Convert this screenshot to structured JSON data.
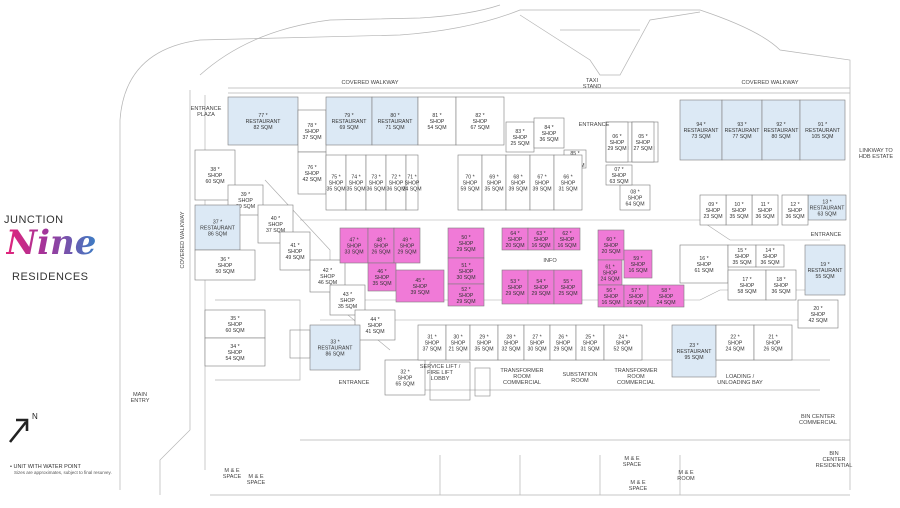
{
  "logo": {
    "line1": "JUNCTION",
    "line2": "Nine",
    "line3": "RESIDENCES"
  },
  "labels": {
    "covered_walkway_left": "COVERED WALKWAY",
    "covered_walkway_right": "COVERED WALKWAY",
    "covered_walkway_vertical": "COVERED WALKWAY",
    "taxi_stand": "TAXI\nSTAND",
    "entrance_plaza": "ENTRANCE\nPLAZA",
    "entrance_top": "ENTRANCE",
    "entrance_right": "ENTRANCE",
    "entrance_bottom": "ENTRANCE",
    "linkway": "LINKWAY TO\nHDB ESTATE",
    "main_entry": "MAIN\nENTRY",
    "service_lift": "SERVICE LIFT /\nFIRE LIFT\nLOBBY",
    "substation": "SUBSTATION\nROOM",
    "transformer1": "TRANSFORMER\nROOM\nCOMMERCIAL",
    "transformer2": "TRANSFORMER\nROOM\nCOMMERCIAL",
    "loading": "LOADING /\nUNLOADING BAY",
    "bin_centre1": "BIN CENTER\nCOMMERCIAL",
    "bin_centre2": "BIN\nCENTER\nRESIDENTIAL",
    "info": "INFO",
    "mc1": "M & E\nSPACE",
    "mc2": "M & E\nSPACE",
    "mc3": "M & E\nSPACE",
    "mc4": "M & E\nSPACE",
    "mc5": "M & E\nROOM"
  },
  "legend": {
    "line1": "UNIT WITH WATER POINT",
    "line2": "Sizes are approximates, subject to final resurvey."
  },
  "colors": {
    "restaurant": "#dce9f5",
    "pink": "#f07ad7",
    "line": "#8a8a8a",
    "text": "#333333"
  },
  "units": [
    {
      "id": "77",
      "type": "RESTAURANT",
      "size": "82 SQM",
      "kind": "r"
    },
    {
      "id": "78",
      "type": "SHOP",
      "size": "37 SQM",
      "kind": "s"
    },
    {
      "id": "79",
      "type": "RESTAURANT",
      "size": "69 SQM",
      "kind": "r"
    },
    {
      "id": "80",
      "type": "RESTAURANT",
      "size": "71 SQM",
      "kind": "r"
    },
    {
      "id": "81",
      "type": "SHOP",
      "size": "54 SQM",
      "kind": "s"
    },
    {
      "id": "82",
      "type": "SHOP",
      "size": "67 SQM",
      "kind": "s"
    },
    {
      "id": "83",
      "type": "SHOP",
      "size": "25 SQM",
      "kind": "s"
    },
    {
      "id": "84",
      "type": "SHOP",
      "size": "36 SQM",
      "kind": "s"
    },
    {
      "id": "85",
      "type": "SHOP",
      "size": "21 SQM",
      "kind": "s"
    },
    {
      "id": "86",
      "type": "SHOP",
      "size": "29 SQM",
      "kind": "s"
    },
    {
      "id": "87",
      "type": "SHOP",
      "size": "27 SQM",
      "kind": "s"
    },
    {
      "id": "94",
      "type": "RESTAURANT",
      "size": "73 SQM",
      "kind": "r"
    },
    {
      "id": "93",
      "type": "RESTAURANT",
      "size": "77 SQM",
      "kind": "r"
    },
    {
      "id": "92",
      "type": "RESTAURANT",
      "size": "80 SQM",
      "kind": "r"
    },
    {
      "id": "91",
      "type": "RESTAURANT",
      "size": "105 SQM",
      "kind": "r"
    },
    {
      "id": "76",
      "type": "SHOP",
      "size": "42 SQM",
      "kind": "s"
    },
    {
      "id": "75",
      "type": "SHOP",
      "size": "35 SQM",
      "kind": "s"
    },
    {
      "id": "74",
      "type": "SHOP",
      "size": "35 SQM",
      "kind": "s"
    },
    {
      "id": "73",
      "type": "SHOP",
      "size": "36 SQM",
      "kind": "s"
    },
    {
      "id": "72",
      "type": "SHOP",
      "size": "36 SQM",
      "kind": "s"
    },
    {
      "id": "71",
      "type": "SHOP",
      "size": "24 SQM",
      "kind": "s"
    },
    {
      "id": "70",
      "type": "SHOP",
      "size": "59 SQM",
      "kind": "s"
    },
    {
      "id": "69",
      "type": "SHOP",
      "size": "35 SQM",
      "kind": "s"
    },
    {
      "id": "68",
      "type": "SHOP",
      "size": "39 SQM",
      "kind": "s"
    },
    {
      "id": "67",
      "type": "SHOP",
      "size": "39 SQM",
      "kind": "s"
    },
    {
      "id": "66",
      "type": "SHOP",
      "size": "31 SQM",
      "kind": "s"
    },
    {
      "id": "38",
      "type": "SHOP",
      "size": "60 SQM",
      "kind": "s"
    },
    {
      "id": "39",
      "type": "SHOP",
      "size": "30 SQM",
      "kind": "s"
    },
    {
      "id": "37",
      "type": "RESTAURANT",
      "size": "86 SQM",
      "kind": "r"
    },
    {
      "id": "40",
      "type": "SHOP",
      "size": "37 SQM",
      "kind": "s"
    },
    {
      "id": "41",
      "type": "SHOP",
      "size": "49 SQM",
      "kind": "s"
    },
    {
      "id": "36",
      "type": "SHOP",
      "size": "50 SQM",
      "kind": "s"
    },
    {
      "id": "42",
      "type": "SHOP",
      "size": "46 SQM",
      "kind": "s"
    },
    {
      "id": "43",
      "type": "SHOP",
      "size": "35 SQM",
      "kind": "s"
    },
    {
      "id": "35",
      "type": "SHOP",
      "size": "60 SQM",
      "kind": "s"
    },
    {
      "id": "34",
      "type": "SHOP",
      "size": "54 SQM",
      "kind": "s"
    },
    {
      "id": "44",
      "type": "SHOP",
      "size": "41 SQM",
      "kind": "s"
    },
    {
      "id": "33",
      "type": "RESTAURANT",
      "size": "86 SQM",
      "kind": "r"
    },
    {
      "id": "32",
      "type": "SHOP",
      "size": "65 SQM",
      "kind": "s"
    },
    {
      "id": "31",
      "type": "SHOP",
      "size": "37 SQM",
      "kind": "s"
    },
    {
      "id": "30",
      "type": "SHOP",
      "size": "21 SQM",
      "kind": "s"
    },
    {
      "id": "29",
      "type": "SHOP",
      "size": "35 SQM",
      "kind": "s"
    },
    {
      "id": "28",
      "type": "SHOP",
      "size": "32 SQM",
      "kind": "s"
    },
    {
      "id": "27",
      "type": "SHOP",
      "size": "30 SQM",
      "kind": "s"
    },
    {
      "id": "26",
      "type": "SHOP",
      "size": "29 SQM",
      "kind": "s"
    },
    {
      "id": "25",
      "type": "SHOP",
      "size": "31 SQM",
      "kind": "s"
    },
    {
      "id": "24",
      "type": "SHOP",
      "size": "52 SQM",
      "kind": "s"
    },
    {
      "id": "23",
      "type": "RESTAURANT",
      "size": "95 SQM",
      "kind": "r"
    },
    {
      "id": "22",
      "type": "SHOP",
      "size": "24 SQM",
      "kind": "s"
    },
    {
      "id": "21",
      "type": "SHOP",
      "size": "26 SQM",
      "kind": "s"
    },
    {
      "id": "47",
      "type": "SHOP",
      "size": "33 SQM",
      "kind": "p"
    },
    {
      "id": "48",
      "type": "SHOP",
      "size": "26 SQM",
      "kind": "p"
    },
    {
      "id": "49",
      "type": "SHOP",
      "size": "29 SQM",
      "kind": "p"
    },
    {
      "id": "50",
      "type": "SHOP",
      "size": "29 SQM",
      "kind": "p"
    },
    {
      "id": "46",
      "type": "SHOP",
      "size": "35 SQM",
      "kind": "p"
    },
    {
      "id": "51",
      "type": "SHOP",
      "size": "30 SQM",
      "kind": "p"
    },
    {
      "id": "45",
      "type": "SHOP",
      "size": "39 SQM",
      "kind": "p"
    },
    {
      "id": "52",
      "type": "SHOP",
      "size": "29 SQM",
      "kind": "p"
    },
    {
      "id": "64",
      "type": "SHOP",
      "size": "20 SQM",
      "kind": "p"
    },
    {
      "id": "63",
      "type": "SHOP",
      "size": "16 SQM",
      "kind": "p"
    },
    {
      "id": "62",
      "type": "SHOP",
      "size": "16 SQM",
      "kind": "p"
    },
    {
      "id": "53",
      "type": "SHOP",
      "size": "29 SQM",
      "kind": "p"
    },
    {
      "id": "54",
      "type": "SHOP",
      "size": "29 SQM",
      "kind": "p"
    },
    {
      "id": "55",
      "type": "SHOP",
      "size": "25 SQM",
      "kind": "p"
    },
    {
      "id": "60",
      "type": "SHOP",
      "size": "20 SQM",
      "kind": "p"
    },
    {
      "id": "61",
      "type": "SHOP",
      "size": "24 SQM",
      "kind": "p"
    },
    {
      "id": "59",
      "type": "SHOP",
      "size": "16 SQM",
      "kind": "p"
    },
    {
      "id": "56",
      "type": "SHOP",
      "size": "16 SQM",
      "kind": "p"
    },
    {
      "id": "57",
      "type": "SHOP",
      "size": "16 SQM",
      "kind": "p"
    },
    {
      "id": "58",
      "type": "SHOP",
      "size": "24 SQM",
      "kind": "p"
    },
    {
      "id": "16",
      "type": "SHOP",
      "size": "61 SQM",
      "kind": "s"
    },
    {
      "id": "15",
      "type": "SHOP",
      "size": "35 SQM",
      "kind": "s"
    },
    {
      "id": "14",
      "type": "SHOP",
      "size": "36 SQM",
      "kind": "s"
    },
    {
      "id": "17",
      "type": "SHOP",
      "size": "58 SQM",
      "kind": "s"
    },
    {
      "id": "18",
      "type": "SHOP",
      "size": "36 SQM",
      "kind": "s"
    },
    {
      "id": "19",
      "type": "RESTAURANT",
      "size": "55 SQM",
      "kind": "r"
    },
    {
      "id": "20",
      "type": "SHOP",
      "size": "42 SQM",
      "kind": "s"
    },
    {
      "id": "13",
      "type": "RESTAURANT",
      "size": "63 SQM",
      "kind": "r"
    },
    {
      "id": "12",
      "type": "SHOP",
      "size": "36 SQM",
      "kind": "s"
    },
    {
      "id": "11",
      "type": "SHOP",
      "size": "36 SQM",
      "kind": "s"
    },
    {
      "id": "10",
      "type": "SHOP",
      "size": "35 SQM",
      "kind": "s"
    },
    {
      "id": "09",
      "type": "SHOP",
      "size": "23 SQM",
      "kind": "s"
    },
    {
      "id": "08",
      "type": "SHOP",
      "size": "64 SQM",
      "kind": "s"
    },
    {
      "id": "07",
      "type": "SHOP",
      "size": "63 SQM",
      "kind": "s"
    },
    {
      "id": "06",
      "type": "SHOP",
      "size": "29 SQM",
      "kind": "s"
    },
    {
      "id": "05",
      "type": "SHOP",
      "size": "27 SQM",
      "kind": "s"
    }
  ]
}
